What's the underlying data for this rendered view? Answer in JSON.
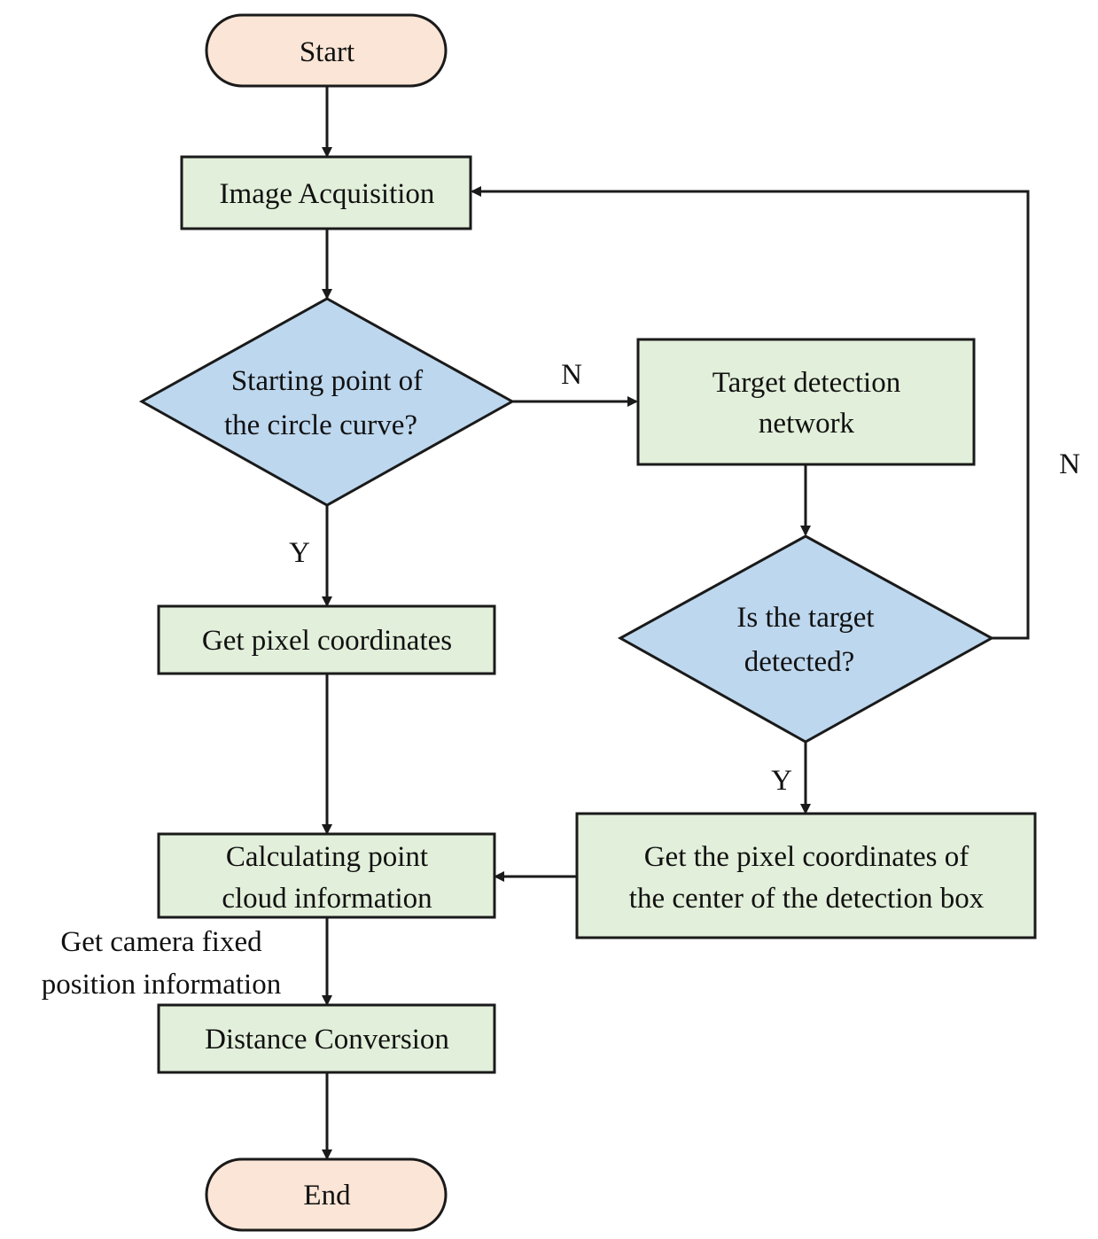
{
  "colors": {
    "terminal_fill": "#fbe5d6",
    "process_fill": "#e2efda",
    "decision_fill": "#bdd7ee",
    "stroke": "#1a1a1a"
  },
  "nodes": {
    "start": {
      "label": "Start"
    },
    "image_acquisition": {
      "label": "Image Acquisition"
    },
    "decision_start_point": {
      "line1": "Starting point of",
      "line2": "the circle curve?"
    },
    "target_detection": {
      "line1": "Target detection",
      "line2": "network"
    },
    "decision_target": {
      "line1": "Is the target",
      "line2": "detected?"
    },
    "get_pixel_coordinates": {
      "label": "Get pixel coordinates"
    },
    "get_center_coordinates": {
      "line1": "Get the pixel coordinates of",
      "line2": "the center of the detection box"
    },
    "calculating_point_cloud": {
      "line1": "Calculating point",
      "line2": "cloud information"
    },
    "distance_conversion": {
      "label": "Distance Conversion"
    },
    "end": {
      "label": "End"
    }
  },
  "edge_labels": {
    "n_to_detection": "N",
    "y_to_pixel": "Y",
    "n_loop_back": "N",
    "y_to_center": "Y",
    "camera_info_line1": "Get camera fixed",
    "camera_info_line2": "position information"
  }
}
